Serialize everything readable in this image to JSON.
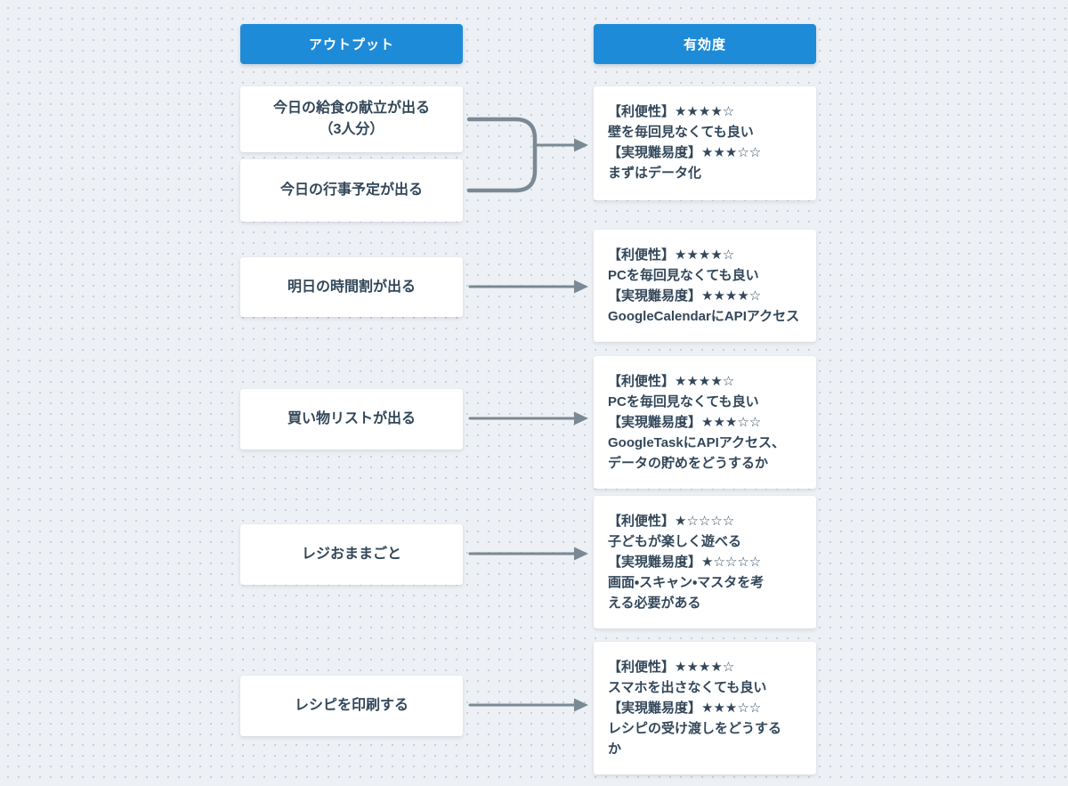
{
  "diagram": {
    "columns": [
      {
        "id": "outputs",
        "header_label": "アウトプット"
      },
      {
        "id": "effectiveness",
        "header_label": "有効度"
      }
    ],
    "output_nodes": [
      {
        "id": "o1",
        "label": "今日の給食の献立が出る\n（3人分）"
      },
      {
        "id": "o2",
        "label": "今日の行事予定が出る"
      },
      {
        "id": "o3",
        "label": "明日の時間割が出る"
      },
      {
        "id": "o4",
        "label": "買い物リストが出る"
      },
      {
        "id": "o5",
        "label": "レジおままごと"
      },
      {
        "id": "o6",
        "label": "レシピを印刷する"
      }
    ],
    "effectiveness_nodes": [
      {
        "id": "e1",
        "text": "【利便性】★★★★☆\n壁を毎回見なくても良い\n【実現難易度】★★★☆☆\nまずはデータ化",
        "convenience_label": "利便性",
        "convenience_stars": "★★★★☆",
        "convenience_rating": 4,
        "difficulty_label": "実現難易度",
        "difficulty_stars": "★★★☆☆",
        "difficulty_rating": 3
      },
      {
        "id": "e2",
        "text": "【利便性】★★★★☆\nPCを毎回見なくても良い\n【実現難易度】★★★★☆\nGoogleCalendarにAPIアクセス",
        "convenience_label": "利便性",
        "convenience_stars": "★★★★☆",
        "convenience_rating": 4,
        "difficulty_label": "実現難易度",
        "difficulty_stars": "★★★★☆",
        "difficulty_rating": 4
      },
      {
        "id": "e3",
        "text": "【利便性】★★★★☆\nPCを毎回見なくても良い\n【実現難易度】★★★☆☆\nGoogleTaskにAPIアクセス、\nデータの貯めをどうするか",
        "convenience_label": "利便性",
        "convenience_stars": "★★★★☆",
        "convenience_rating": 4,
        "difficulty_label": "実現難易度",
        "difficulty_stars": "★★★☆☆",
        "difficulty_rating": 3
      },
      {
        "id": "e4",
        "text": "【利便性】★☆☆☆☆\n子どもが楽しく遊べる\n【実現難易度】★☆☆☆☆\n画面・スキャン・マスタを考\nえる必要がある",
        "convenience_label": "利便性",
        "convenience_stars": "★☆☆☆☆",
        "convenience_rating": 1,
        "difficulty_label": "実現難易度",
        "difficulty_stars": "★☆☆☆☆",
        "difficulty_rating": 1
      },
      {
        "id": "e5",
        "text": "【利便性】★★★★☆\nスマホを出さなくても良い\n【実現難易度】★★★☆☆\nレシピの受け渡しをどうする\nか",
        "convenience_label": "利便性",
        "convenience_stars": "★★★★☆",
        "convenience_rating": 4,
        "difficulty_label": "実現難易度",
        "difficulty_stars": "★★★☆☆",
        "difficulty_rating": 3
      }
    ],
    "connections": [
      {
        "from": [
          "o1",
          "o2"
        ],
        "to": "e1",
        "type": "merge"
      },
      {
        "from": [
          "o3"
        ],
        "to": "e2",
        "type": "straight"
      },
      {
        "from": [
          "o4"
        ],
        "to": "e3",
        "type": "straight"
      },
      {
        "from": [
          "o5"
        ],
        "to": "e4",
        "type": "straight"
      },
      {
        "from": [
          "o6"
        ],
        "to": "e5",
        "type": "straight"
      }
    ]
  },
  "colors": {
    "canvas_background": "#edf0f4",
    "dot_grid": "#c9cfda",
    "header_background": "#1e8bd8",
    "header_text": "#ffffff",
    "node_background": "#ffffff",
    "node_text": "#33475a",
    "arrow": "#7a8994"
  }
}
